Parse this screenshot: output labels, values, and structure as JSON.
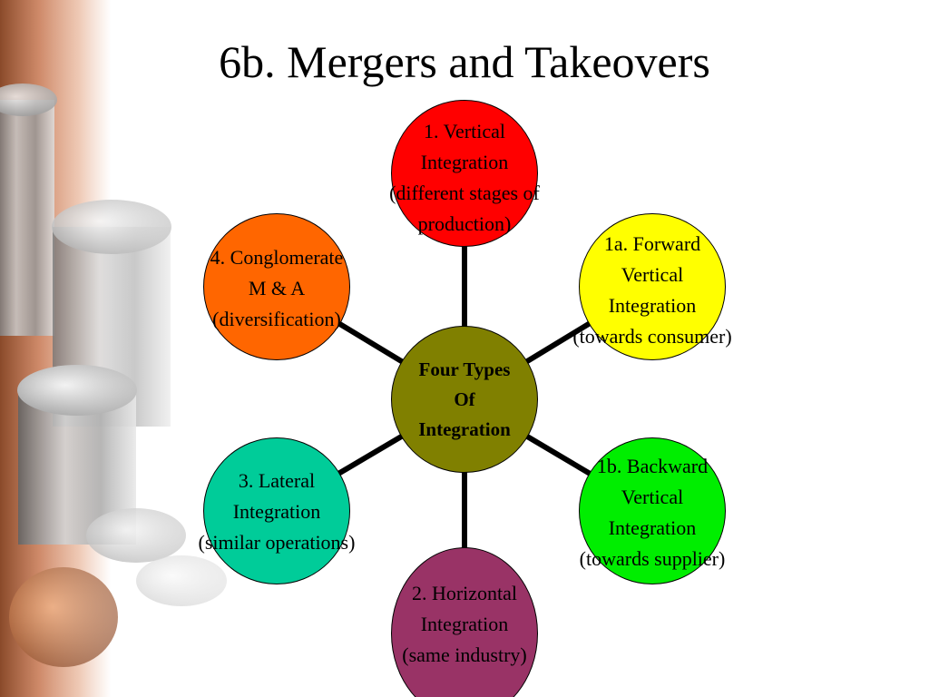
{
  "slide": {
    "title": "6b. Mergers and Takeovers"
  },
  "diagram": {
    "center": {
      "lines": [
        "Four Types",
        "Of",
        "Integration"
      ],
      "color": "#808000"
    },
    "nodes": [
      {
        "id": "vertical",
        "lines": [
          "1. Vertical",
          "Integration",
          "(different stages of",
          "production)"
        ],
        "color": "#ff0000"
      },
      {
        "id": "forward",
        "lines": [
          "1a. Forward",
          "Vertical",
          "Integration",
          "(towards consumer)"
        ],
        "color": "#ffff00"
      },
      {
        "id": "backward",
        "lines": [
          "1b. Backward",
          "Vertical",
          "Integration",
          "(towards supplier)"
        ],
        "color": "#00ee00"
      },
      {
        "id": "horizontal",
        "lines": [
          "2. Horizontal",
          "Integration",
          "(same industry)"
        ],
        "color": "#993366"
      },
      {
        "id": "lateral",
        "lines": [
          "3. Lateral",
          "Integration",
          "(similar operations)"
        ],
        "color": "#00cc99"
      },
      {
        "id": "conglomerate",
        "lines": [
          "4. Conglomerate",
          "M & A",
          "(diversification)"
        ],
        "color": "#ff6600"
      }
    ]
  }
}
